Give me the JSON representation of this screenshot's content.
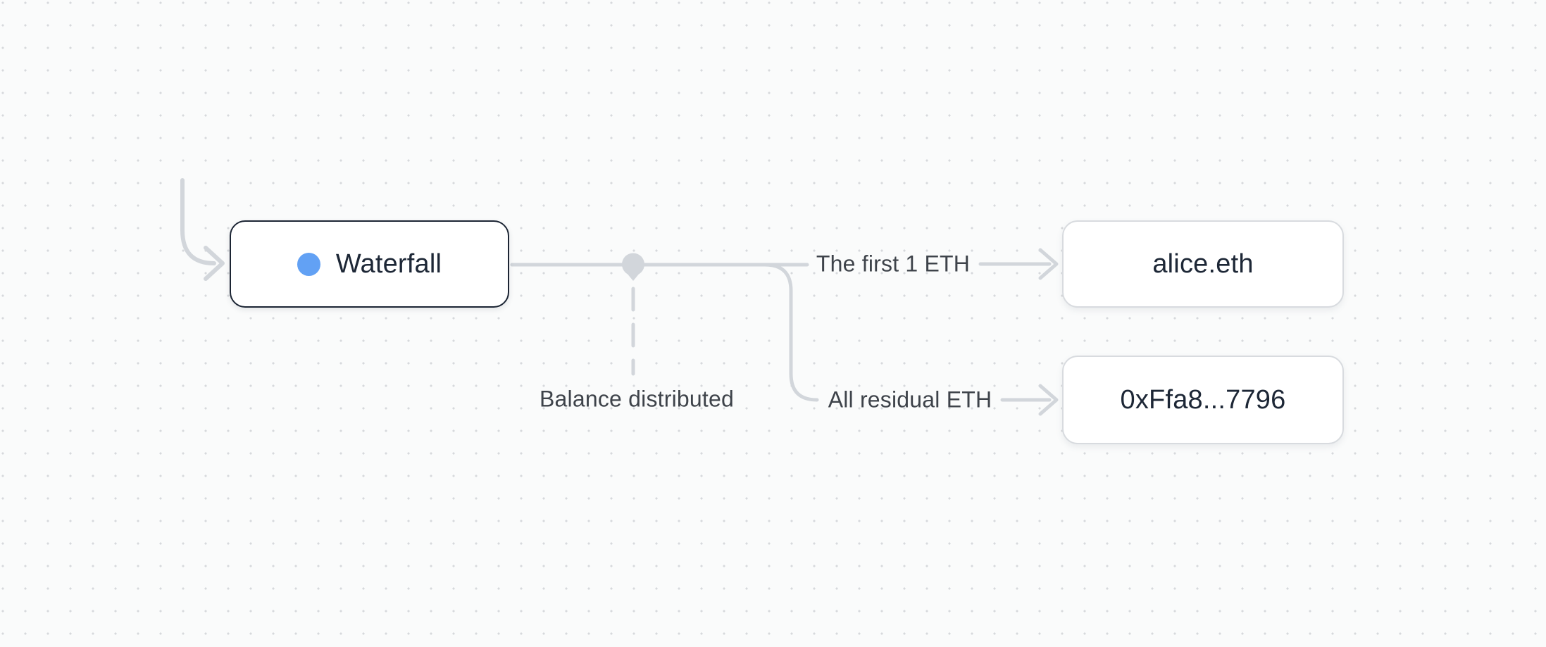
{
  "diagram": {
    "nodes": {
      "waterfall": {
        "label": "Waterfall",
        "icon": "blue-dot-icon"
      },
      "alice": {
        "label": "alice.eth"
      },
      "residual_address": {
        "label": "0xFfa8...7796"
      }
    },
    "edge_labels": {
      "first": "The first 1 ETH",
      "residual": "All residual ETH",
      "junction": "Balance distributed"
    },
    "colors": {
      "background": "#fafbfb",
      "grid_dot": "#d7d9dc",
      "connector": "#d2d6db",
      "node_border_dark": "#1c2534",
      "node_border_light": "#d8dbdf",
      "node_text": "#1d2736",
      "label_text": "#3e434a",
      "accent_blue": "#62a1f4"
    }
  }
}
